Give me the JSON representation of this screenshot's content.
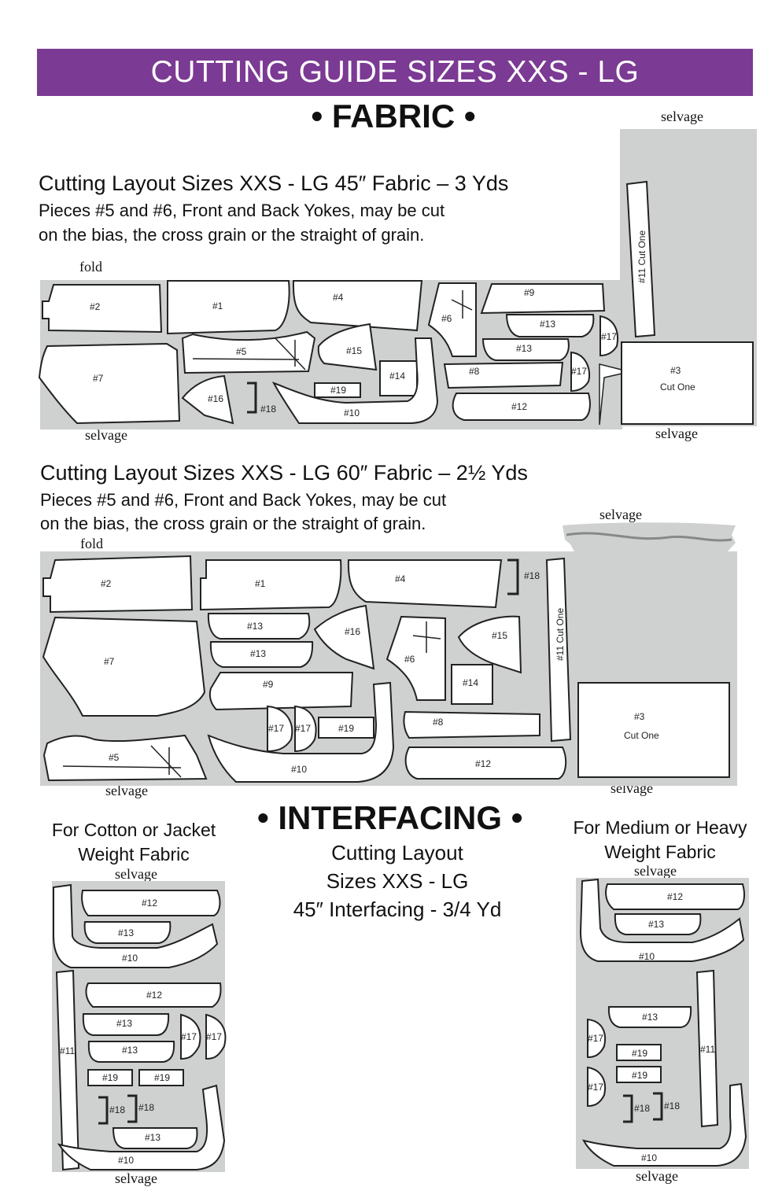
{
  "header": {
    "banner": "CUTTING GUIDE SIZES XXS - LG",
    "fabric_heading": "• FABRIC •"
  },
  "layout_45": {
    "title": "Cutting Layout Sizes XXS - LG  45″ Fabric  – 3 Yds",
    "note_line1": "Pieces #5 and #6, Front and Back Yokes, may be cut",
    "note_line2": "on the bias, the cross grain or the straight of grain.",
    "fold_label": "fold",
    "selvage_bottom_left": "selvage",
    "selvage_top_right": "selvage",
    "selvage_bottom_right": "selvage",
    "pieces": {
      "p2": "#2",
      "p1": "#1",
      "p4": "#4",
      "p6": "#6",
      "p9": "#9",
      "p13a": "#13",
      "p13b": "#13",
      "p17a": "#17",
      "p17b": "#17",
      "p7": "#7",
      "p5": "#5",
      "p15": "#15",
      "p14": "#14",
      "p8": "#8",
      "p16": "#16",
      "p18": "#18",
      "p19": "#19",
      "p10": "#10",
      "p12": "#12",
      "p11": "#11 Cut One",
      "p3": "#3",
      "p3_sub": "Cut One"
    }
  },
  "layout_60": {
    "title": "Cutting Layout Sizes XXS - LG  60″ Fabric – 2½ Yds",
    "note_line1": "Pieces #5 and #6, Front and Back Yokes, may be cut",
    "note_line2": "on the bias, the cross grain or the straight of grain.",
    "fold_label": "fold",
    "selvage_top_right": "selvage",
    "selvage_bottom_left": "selvage",
    "selvage_bottom_right": "selvage",
    "pieces": {
      "p2": "#2",
      "p1": "#1",
      "p4": "#4",
      "p18": "#18",
      "p11": "#11 Cut One",
      "p13a": "#13",
      "p13b": "#13",
      "p16": "#16",
      "p6": "#6",
      "p15": "#15",
      "p14": "#14",
      "p7": "#7",
      "p9": "#9",
      "p17a": "#17",
      "p17b": "#17",
      "p19": "#19",
      "p8": "#8",
      "p5": "#5",
      "p10": "#10",
      "p12": "#12",
      "p3": "#3",
      "p3_sub": "Cut One"
    }
  },
  "interfacing": {
    "heading": "• INTERFACING •",
    "line1": "Cutting Layout",
    "line2": "Sizes XXS - LG",
    "line3": "45″ Interfacing - 3/4 Yd",
    "left": {
      "title_line1": "For Cotton or Jacket",
      "title_line2": "Weight Fabric",
      "selvage_top": "selvage",
      "selvage_bottom": "selvage",
      "pieces": {
        "p12a": "#12",
        "p13a": "#13",
        "p10a": "#10",
        "p11": "#11",
        "p12b": "#12",
        "p13b": "#13",
        "p13c": "#13",
        "p17a": "#17",
        "p17b": "#17",
        "p19a": "#19",
        "p19b": "#19",
        "p18a": "#18",
        "p18b": "#18",
        "p13d": "#13",
        "p10b": "#10"
      }
    },
    "right": {
      "title_line1": "For Medium or Heavy",
      "title_line2": "Weight Fabric",
      "selvage_top": "selvage",
      "selvage_bottom": "selvage",
      "pieces": {
        "p12": "#12",
        "p13a": "#13",
        "p10a": "#10",
        "p13b": "#13",
        "p17a": "#17",
        "p19a": "#19",
        "p11": "#11",
        "p19b": "#19",
        "p17b": "#17",
        "p18a": "#18",
        "p18b": "#18",
        "p10b": "#10"
      }
    }
  }
}
